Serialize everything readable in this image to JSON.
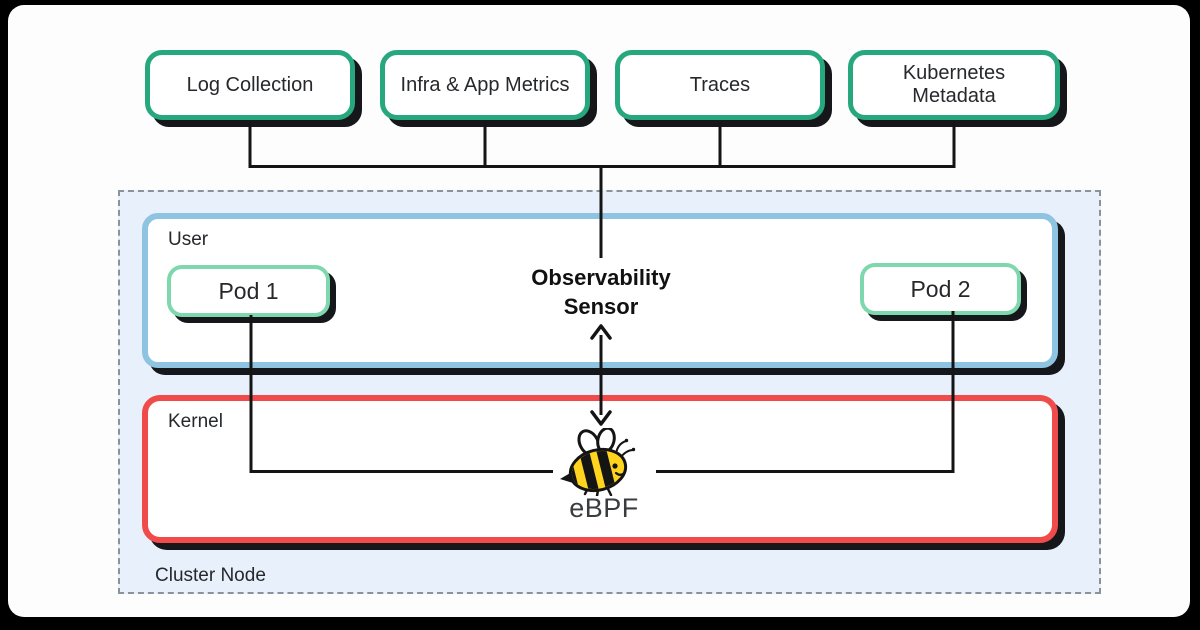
{
  "sources": [
    {
      "label": "Log Collection"
    },
    {
      "label": "Infra & App Metrics"
    },
    {
      "label": "Traces"
    },
    {
      "label": "Kubernetes Metadata"
    }
  ],
  "sensor": {
    "label": "Observability Sensor"
  },
  "cluster": {
    "label": "Cluster Node",
    "user": {
      "label": "User",
      "pods": [
        {
          "label": "Pod 1"
        },
        {
          "label": "Pod 2"
        }
      ]
    },
    "kernel": {
      "label": "Kernel",
      "ebpf": {
        "label": "eBPF",
        "icon": "ebpf-bee-icon"
      }
    }
  },
  "colors": {
    "source_border": "#27a77d",
    "pod_border": "#7fd7ad",
    "user_border": "#8ec3e2",
    "kernel_border": "#f04a4a",
    "cluster_bg": "#e8f1fb",
    "cluster_dash": "#8b9299",
    "line": "#141414",
    "shadow": "#15171b",
    "bee_yellow": "#ffd41e"
  }
}
